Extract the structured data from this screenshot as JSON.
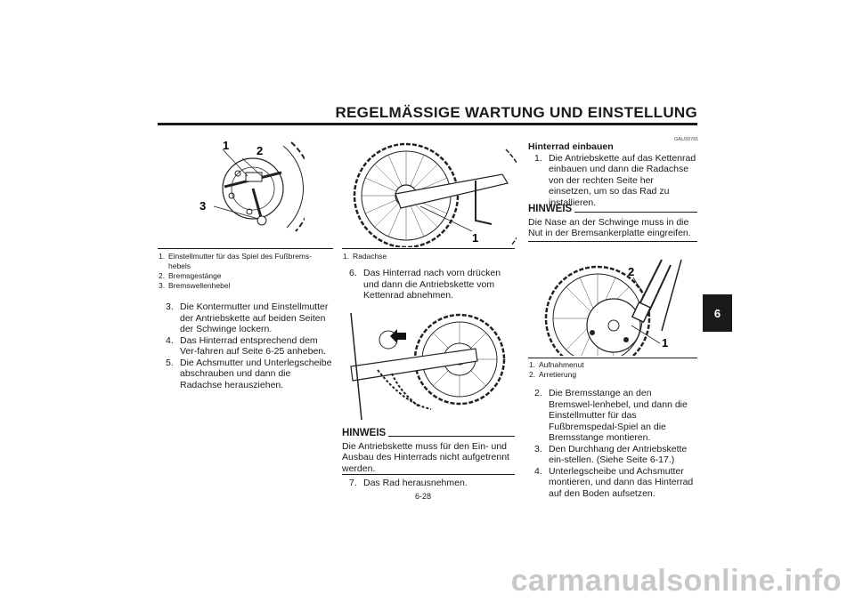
{
  "page": {
    "title": "REGELMÄSSIGE WARTUNG UND EINSTELLUNG",
    "number": "6-28",
    "chapter_tab": "6",
    "watermark": "carmanualsonline.info"
  },
  "left": {
    "figure_callouts": [
      "1",
      "2",
      "3"
    ],
    "captions": [
      {
        "num": "1.",
        "text": "Einstellmutter für das Spiel des Fußbrems-hebels"
      },
      {
        "num": "2.",
        "text": "Bremsgestänge"
      },
      {
        "num": "3.",
        "text": "Bremswellenhebel"
      }
    ],
    "steps": [
      {
        "num": "3.",
        "text": "Die Kontermutter und Einstellmutter der Antriebskette auf beiden Seiten der Schwinge lockern."
      },
      {
        "num": "4.",
        "text": "Das Hinterrad entsprechend dem Ver-fahren auf Seite 6-25 anheben."
      },
      {
        "num": "5.",
        "text": "Die Achsmutter und Unterlegscheibe abschrauben und dann die Radachse herausziehen."
      }
    ]
  },
  "middle": {
    "figure_callout": "1",
    "caption": {
      "num": "1.",
      "text": "Radachse"
    },
    "step6": {
      "num": "6.",
      "text": "Das Hinterrad nach vorn drücken und dann die Antriebskette vom Kettenrad abnehmen."
    },
    "note_label": "HINWEIS",
    "note_text": "Die Antriebskette muss für den Ein- und Ausbau des Hinterrads nicht aufgetrennt werden.",
    "step7": {
      "num": "7.",
      "text": "Das Rad herausnehmen."
    }
  },
  "right": {
    "code": "GAU39781",
    "heading": "Hinterrad einbauen",
    "step1": {
      "num": "1.",
      "text": "Die Antriebskette auf das Kettenrad einbauen und dann die Radachse von der rechten Seite her einsetzen, um so das Rad zu installieren."
    },
    "note_label": "HINWEIS",
    "note_text": "Die Nase an der Schwinge muss in die Nut in der Bremsankerplatte eingreifen.",
    "figure_callouts": [
      "2",
      "1"
    ],
    "captions": [
      {
        "num": "1.",
        "text": "Aufnahmenut"
      },
      {
        "num": "2.",
        "text": "Arretierung"
      }
    ],
    "steps": [
      {
        "num": "2.",
        "text": "Die Bremsstange an den Bremswel-lenhebel, und dann die Einstellmutter für das Fußbremspedal-Spiel an die Bremsstange montieren."
      },
      {
        "num": "3.",
        "text": "Den Durchhang der Antriebskette ein-stellen. (Siehe Seite 6-17.)"
      },
      {
        "num": "4.",
        "text": "Unterlegscheibe und Achsmutter montieren, und dann das Hinterrad auf den Boden aufsetzen."
      }
    ]
  },
  "colors": {
    "ink": "#1a1a1a",
    "paper": "#ffffff",
    "watermark": "#c8c8c8"
  }
}
